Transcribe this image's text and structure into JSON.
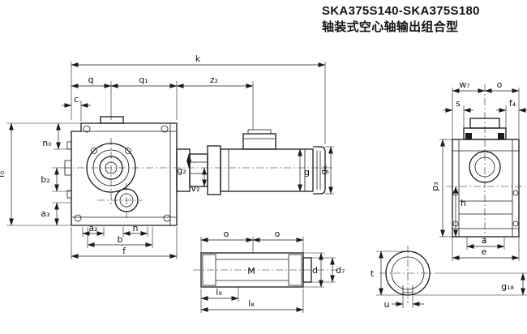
{
  "title": {
    "model_range": "SKA375S140-SKA375S180",
    "subtitle": "轴装式空心轴输出组合型"
  },
  "side_view": {
    "dims": {
      "k": "k",
      "q": "q",
      "q1": "q₁",
      "z2": "z₂",
      "c": "c",
      "n0": "n₀",
      "f0": "f₀",
      "b2": "b₂",
      "a3": "a₃",
      "a2": "a₂",
      "n": "n",
      "b": "b",
      "f": "f",
      "g2": "g₂",
      "v2": "v₂",
      "g": "g",
      "g6": "g₆"
    }
  },
  "end_view": {
    "dims": {
      "w7": "w₇",
      "o": "o",
      "s": "s",
      "f4": "f₄",
      "p3": "p₃",
      "h": "h",
      "a": "a",
      "e": "e",
      "g18": "g₁₈"
    }
  },
  "hollow_shaft_view": {
    "dims": {
      "o_left": "o",
      "o_right": "o",
      "thread": "M",
      "d": "d",
      "d7": "d₇",
      "l9": "l₉",
      "l8": "l₈"
    }
  },
  "shaft_section_view": {
    "dims": {
      "t": "t",
      "u": "u"
    }
  }
}
